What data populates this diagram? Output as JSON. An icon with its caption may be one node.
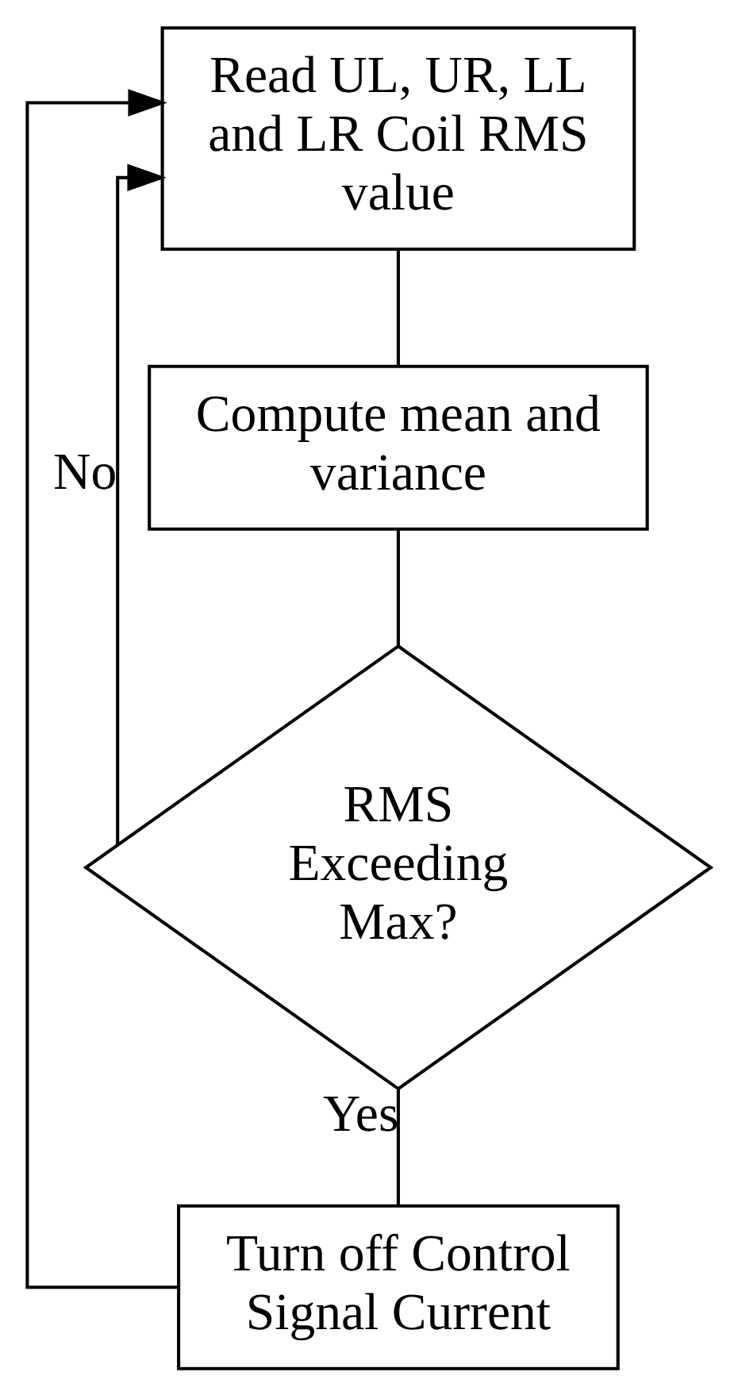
{
  "diagram": {
    "nodes": [
      {
        "text": [
          "Read UL, UR, LL and LR Coil RMS value"
        ]
      },
      {
        "text": [
          "Compute mean and variance"
        ]
      },
      {
        "text": [
          "RMS Exceeding Max?"
        ]
      },
      {
        "text": [
          "Turn off Control Signal Current"
        ]
      }
    ],
    "edges": [
      {
        "from": 0,
        "to": 1,
        "arrow": "none"
      },
      {
        "from": 1,
        "to": 2,
        "arrow": "none"
      },
      {
        "from": 2,
        "to": 3,
        "arrow": "none",
        "label": "Yes"
      },
      {
        "from": 2,
        "to": 0,
        "arrow": "to",
        "label": "No"
      },
      {
        "from": 3,
        "to": 0,
        "arrow": "to"
      }
    ]
  }
}
